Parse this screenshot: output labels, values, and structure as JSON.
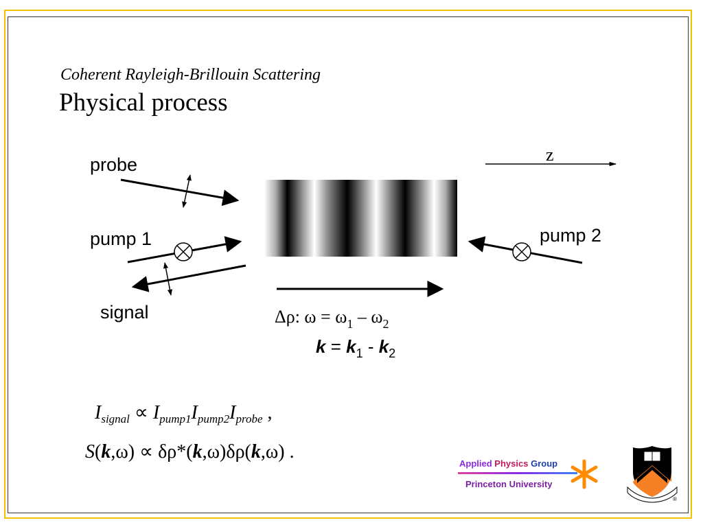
{
  "slide": {
    "subtitle": "Coherent Rayleigh-Brillouin Scattering",
    "title": "Physical process"
  },
  "diagram": {
    "labels": {
      "probe": "probe",
      "pump1": "pump 1",
      "pump2": "pump 2",
      "signal": "signal",
      "z_axis": "z"
    },
    "density_relation": {
      "prefix": "Δρ: ω = ω",
      "sub1": "1",
      "minus": " – ω",
      "sub2": "2"
    },
    "wavevector_relation": {
      "k": "k",
      "eq": " = ",
      "k1": "k",
      "sub1": "1",
      "minus": " - ",
      "k2": "k",
      "sub2": "2"
    }
  },
  "formulas": {
    "line1": {
      "I": "I",
      "signal_sub": "signal",
      "prop": " ∝ ",
      "pump1_sub": "pump1",
      "pump2_sub": "pump2",
      "probe_sub": "probe",
      "tail": " ,"
    },
    "line2": {
      "S": "S",
      "open": "(",
      "k": "k",
      "comma_omega": ",ω)",
      "prop": " ∝ ",
      "drho_star": "δρ*(",
      "drho": "δρ(",
      "tail": " ."
    }
  },
  "logo": {
    "group_word1": "Applied",
    "group_word2": "Physics",
    "group_word3": "Group",
    "university": "Princeton University",
    "colors": {
      "applied": "#8a2be2",
      "physics": "#c2185b",
      "group": "#1e40af",
      "university": "#7b1fa2",
      "star": "#ff8c00",
      "shield": "#f58025"
    }
  },
  "colors": {
    "frame_border": "#f2c200"
  }
}
